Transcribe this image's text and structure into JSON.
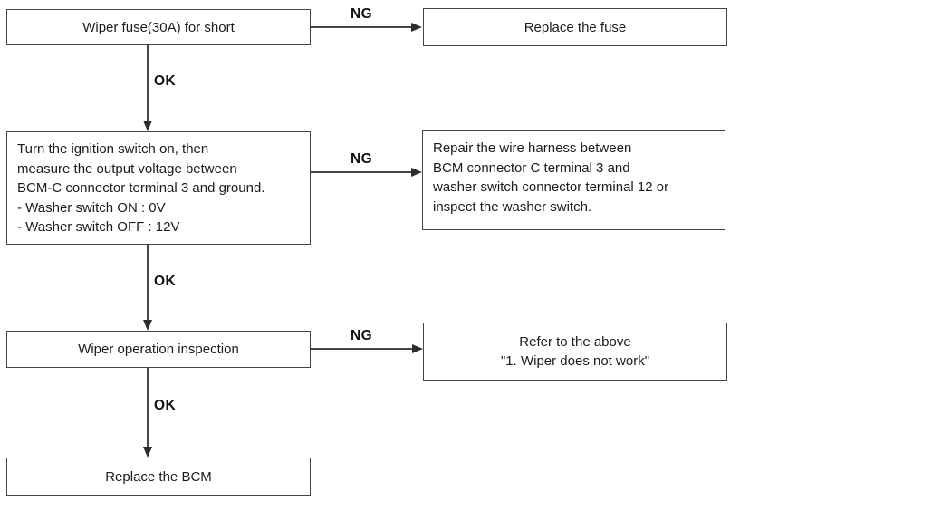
{
  "flowchart": {
    "labels": {
      "ok": "OK",
      "ng": "NG"
    },
    "nodes": {
      "step1": {
        "text": "Wiper fuse(30A) for short"
      },
      "action1": {
        "text": "Replace the fuse"
      },
      "step2": {
        "lines": [
          "Turn the ignition switch on, then",
          "measure the output voltage between",
          "BCM-C connector terminal 3 and ground.",
          "- Washer switch ON : 0V",
          "- Washer switch OFF : 12V"
        ]
      },
      "action2": {
        "lines": [
          "Repair the wire harness between",
          "BCM connector C terminal 3 and",
          "washer switch connector terminal 12 or",
          "inspect the washer switch."
        ]
      },
      "step3": {
        "text": "Wiper operation inspection"
      },
      "action3": {
        "lines": [
          "Refer to the above",
          "\"1. Wiper does not work\""
        ]
      },
      "step4": {
        "text": "Replace the BCM"
      }
    },
    "colors": {
      "line": "#454545",
      "text": "#1c1c1c",
      "background": "#ffffff"
    }
  }
}
